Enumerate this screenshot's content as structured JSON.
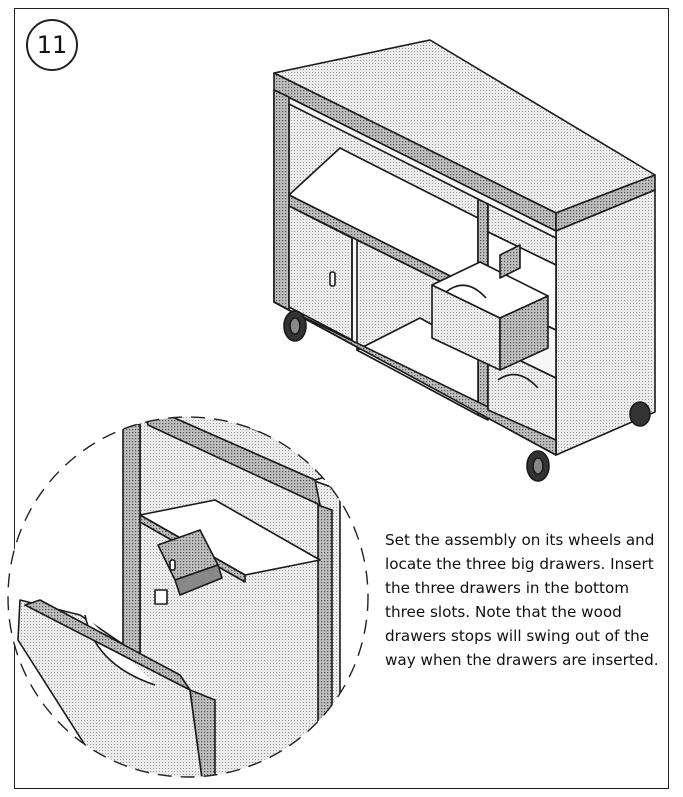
{
  "step": {
    "number": "11",
    "instructions": "Set the assembly on its wheels and locate the three big drawers. Insert the three drawers in the bottom three slots. Note that the wood drawers stops will swing out of the way when the drawers are inserted."
  },
  "illustrations": {
    "main": "assembled-cabinet-with-drawers",
    "detail": "drawer-stop-closeup"
  },
  "colors": {
    "line": "#1a1a1a",
    "panel_fill": "#e4e4e4",
    "edge_fill": "#b9b9b9",
    "dark_fill": "#6a6a6a"
  }
}
